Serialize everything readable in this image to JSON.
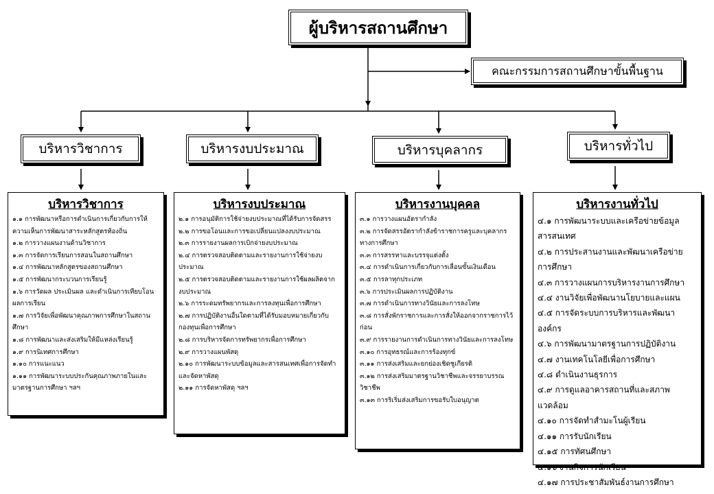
{
  "root": {
    "label": "ผู้บริหารสถานศึกษา"
  },
  "committee": {
    "label": "คณะกรรมการสถานศึกษาขั้นพื้นฐาน"
  },
  "departments": [
    {
      "label": "บริหารวิชาการ",
      "detail_title": "บริหารวิชาการ",
      "items": [
        "๑.๑ การพัฒนาหรือการดำเนินการเกี่ยวกับการให้ความเห็นการพัฒนาสาระหลักสูตรท้องถิ่น",
        "๑.๒ การวางแผนงานด้านวิชาการ",
        "๑.๓ การจัดการเรียนการสอนในสถานศึกษา",
        "๑.๔ การพัฒนาหลักสูตรของสถานศึกษา",
        "๑.๕ การพัฒนากระบวนการเรียนรู้",
        "๑.๖ การวัดผล ประเมินผล และดำเนินการเทียบโอนผลการเรียน",
        "๑.๗ การวิจัยเพื่อพัฒนาคุณภาพการศึกษาในสถานศึกษา",
        "๑.๘ การพัฒนาและส่งเสริมให้มีแหล่งเรียนรู้",
        "๑.๙ การนิเทศการศึกษา",
        "๑.๑๐ การแนะแนว",
        "๑.๑๑ การพัฒนาระบบประกันคุณภาพภายในและมาตรฐานการศึกษา ฯลฯ"
      ]
    },
    {
      "label": "บริหารงบประมาณ",
      "detail_title": "บริหารงบประมาณ",
      "items": [
        "๒.๑ การอนุมัติการใช้จ่ายงบประมาณที่ได้รับการจัดสรร",
        "๒.๒ การขอโอนและการขอเปลี่ยนแปลงงบประมาณ",
        "๒.๓ การรายงานผลการเบิกจ่ายงบประมาณ",
        "๒.๔ การตรวจสอบติดตามและรายงานการใช้จ่ายงบประมาณ",
        "๒.๕ การตรวจสอบติดตามและรายงานการใช้ผลผลิตจากงบประมาณ",
        "๒.๖ การระดมทรัพยากรและการลงทุนเพื่อการศึกษา",
        "๒.๗ การปฏิบัติงานอื่นใดตามที่ได้รับมอบหมายเกี่ยวกับกองทุนเพื่อการศึกษา",
        "๒.๘ การบริหารจัดการทรัพยากรเพื่อการศึกษา",
        "๒.๙ การวางแผนพัสดุ",
        "๒.๑๐ การพัฒนาระบบข้อมูลและสารสนเทศเพื่อการจัดทำและจัดหาพัสดุ",
        "๒.๑๑ การจัดหาพัสดุ ฯลฯ"
      ]
    },
    {
      "label": "บริหารบุคลากร",
      "detail_title": "บริหารงานบุคคล",
      "items": [
        "๓.๑ การวางแผนอัตรากำลัง",
        "๓.๒ การจัดสรรอัตรากำลังข้าราชการครูและบุคลากรทางการศึกษา",
        "๓.๓ การสรรหาและบรรจุแต่งตั้ง",
        "๓.๔ การดำเนินการเกี่ยวกับการเลื่อนขั้นเงินเดือน",
        "๓.๕ การลาทุกประเภท",
        "๓.๖ การประเมินผลการปฏิบัติงาน",
        "๓.๗ การดำเนินการทางวินัยและการลงโทษ",
        "๓.๘ การสั่งพักราชการและการสั่งให้ออกจากราชการไว้ก่อน",
        "๓.๙ การรายงานการดำเนินการทางวินัยและการลงโทษ",
        "๓.๑๐ การอุทธรณ์และการร้องทุกข์",
        "๓.๑๑ การส่งเสริมและยกย่องเชิดชูเกียรติ",
        "๓.๑๒ การส่งเสริมมาตรฐานวิชาชีพและจรรยาบรรณวิชาชีพ",
        "๓.๑๓ การริเริ่มส่งเสริมการขอรับใบอนุญาต"
      ]
    },
    {
      "label": "บริหารทั่วไป",
      "detail_title": "บริหารงานทั่วไป",
      "items": [
        "๔.๑ การพัฒนาระบบและเครือข่ายข้อมูลสารสนเทศ",
        "๔.๒ การประสานงานและพัฒนาเครือข่ายการศึกษา",
        "๔.๓ การวางแผนการบริหารงานการศึกษา",
        "๔.๔ งานวิจัยเพื่อพัฒนานโยบายและแผน",
        "๔.๕ การจัดระบบการบริหารและพัฒนาองค์กร",
        "๔.๖ การพัฒนามาตรฐานการปฏิบัติงาน",
        "๔.๗ งานเทคโนโลยีเพื่อการศึกษา",
        "๔.๘ ดำเนินงานธุรการ",
        "๔.๙ การดูแลอาคารสถานที่และสภาพแวดล้อม",
        "๔.๑๐ การจัดทำสำมะโนผู้เรียน",
        "๔.๑๑ การรับนักเรียน",
        "๔.๑๕ การทัศนศึกษา",
        "๔.๑๖ งานกิจการนักเรียน",
        "๔.๑๗ การประชาสัมพันธ์งานการศึกษา"
      ]
    }
  ]
}
